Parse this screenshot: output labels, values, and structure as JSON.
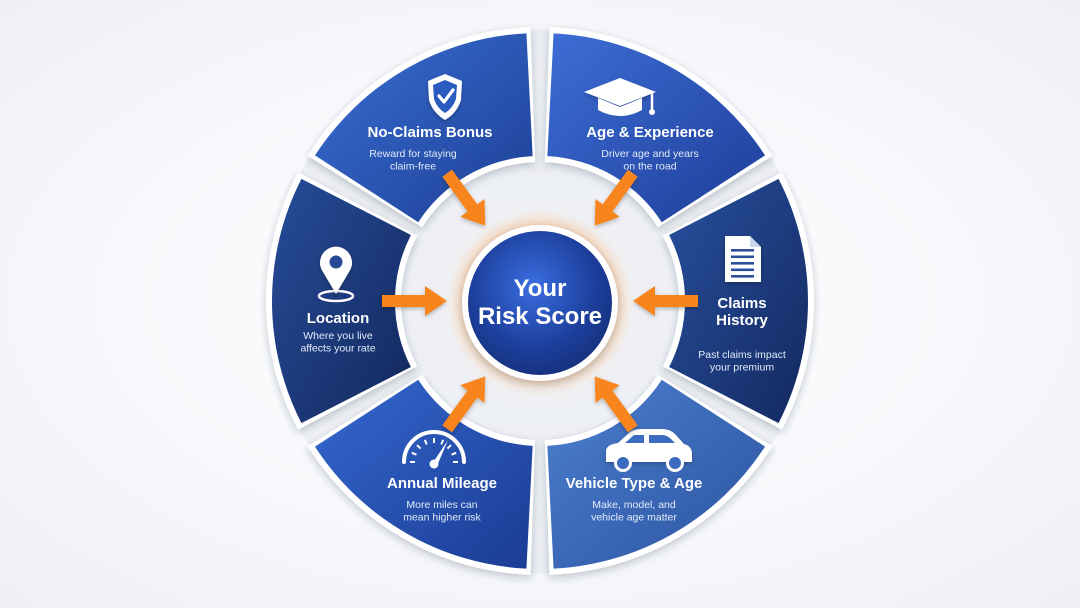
{
  "hub": {
    "line1": "Your",
    "line2": "Risk Score"
  },
  "segments": [
    {
      "id": "no-claims-bonus",
      "icon": "shield-check-icon",
      "title_lines": [
        "No-Claims Bonus"
      ],
      "desc_lines": [
        "Reward for staying",
        "claim-free"
      ]
    },
    {
      "id": "age-experience",
      "icon": "graduation-cap-icon",
      "title_lines": [
        "Age & Experience"
      ],
      "desc_lines": [
        "Driver age and years",
        "on the road"
      ]
    },
    {
      "id": "claims-history",
      "icon": "document-icon",
      "title_lines": [
        "Claims",
        "History"
      ],
      "desc_lines": [
        "Past claims impact",
        "your premium"
      ]
    },
    {
      "id": "vehicle-type-age",
      "icon": "car-icon",
      "title_lines": [
        "Vehicle Type & Age"
      ],
      "desc_lines": [
        "Make, model, and",
        "vehicle age matter"
      ]
    },
    {
      "id": "annual-mileage",
      "icon": "speedometer-icon",
      "title_lines": [
        "Annual Mileage"
      ],
      "desc_lines": [
        "More miles can",
        "mean higher risk"
      ]
    },
    {
      "id": "location",
      "icon": "map-pin-icon",
      "title_lines": [
        "Location"
      ],
      "desc_lines": [
        "Where you live",
        "affects your rate"
      ]
    }
  ],
  "colors": {
    "segment_light": "#2f62c6",
    "segment_dark": "#1b3a82",
    "hub": "#1d3f9a",
    "arrow": "#f7841f",
    "border": "#ffffff"
  }
}
